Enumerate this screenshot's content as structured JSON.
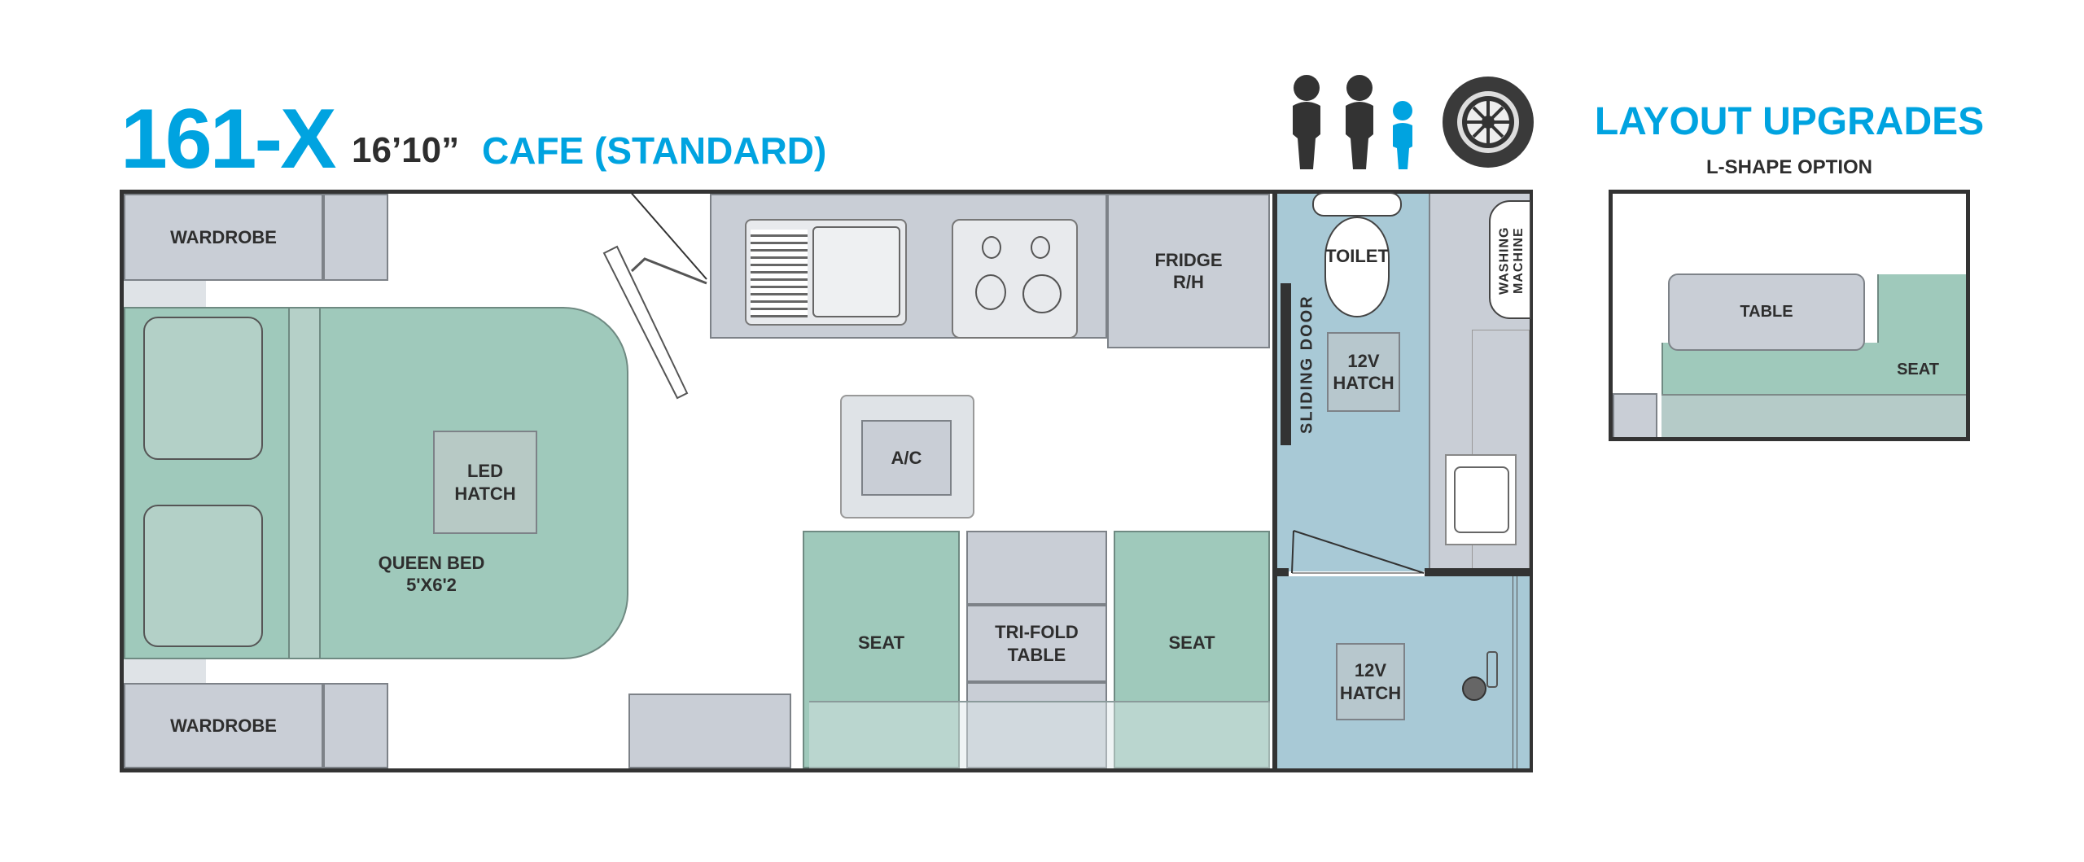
{
  "header": {
    "model": "161-X",
    "length": "16’10”",
    "layout": "CAFE (STANDARD)"
  },
  "icons": {
    "occupants": [
      "adult-icon",
      "adult-icon",
      "child-icon"
    ],
    "offroad": "offroad-tyre-icon"
  },
  "floorplan": {
    "wardrobe_top": "WARDROBE",
    "wardrobe_bottom": "WARDROBE",
    "led_hatch": "LED\nHATCH",
    "queen_bed": "QUEEN BED\n5'X6'2",
    "fridge": "FRIDGE\nR/H",
    "toilet": "TOILET",
    "washing_machine": "WASHING\nMACHINE",
    "sliding_door": "SLIDING DOOR",
    "hatch_12v_top": "12V\nHATCH",
    "hatch_12v_bottom": "12V\nHATCH",
    "ac": "A/C",
    "seat_left": "SEAT",
    "seat_right": "SEAT",
    "table": "TRI-FOLD\nTABLE"
  },
  "upgrades": {
    "title": "LAYOUT UPGRADES",
    "option": "L-SHAPE OPTION",
    "table": "TABLE",
    "seat": "SEAT"
  },
  "colors": {
    "accent": "#00a3e0",
    "cabinet": "#c9ced6",
    "seat": "#9fc9bb",
    "bathroom": "#a8c9d6"
  }
}
